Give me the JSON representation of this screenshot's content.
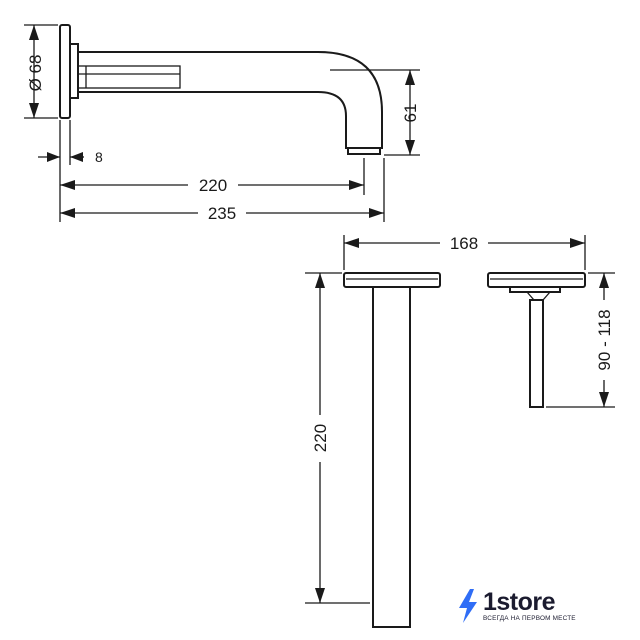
{
  "dimensions": {
    "flange_diameter": "Ø 68",
    "flange_thickness": "8",
    "spout_projection": "220",
    "overall_projection": "235",
    "spout_height": "61",
    "cover_width": "168",
    "body_length": "220",
    "install_depth": "90 - 118"
  },
  "logo": {
    "name": "1store",
    "tagline": "ВСЕГДА НА ПЕРВОМ МЕСТЕ",
    "bolt_color": "#2f6df6"
  }
}
